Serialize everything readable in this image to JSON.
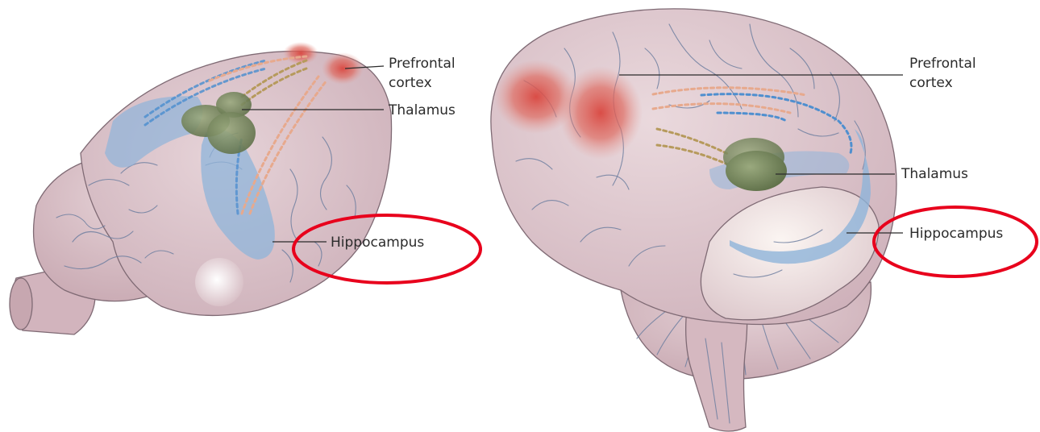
{
  "rodent_brain": {
    "labels": {
      "prefrontal_line1": "Prefrontal",
      "prefrontal_line2": "cortex",
      "thalamus": "Thalamus",
      "hippocampus": "Hippocampus"
    }
  },
  "human_brain": {
    "labels": {
      "prefrontal_line1": "Prefrontal",
      "prefrontal_line2": "cortex",
      "thalamus": "Thalamus",
      "hippocampus": "Hippocampus"
    }
  },
  "colors": {
    "cortex": "#dcc5cc",
    "prefrontal": "#d9534f",
    "thalamus": "#7d8f63",
    "hippocampus": "#8fb4da",
    "pathway_red": "#e7a98d",
    "pathway_blue": "#4f8fcf",
    "pathway_olive": "#b69a5c",
    "highlight_ring": "#e8001c"
  }
}
